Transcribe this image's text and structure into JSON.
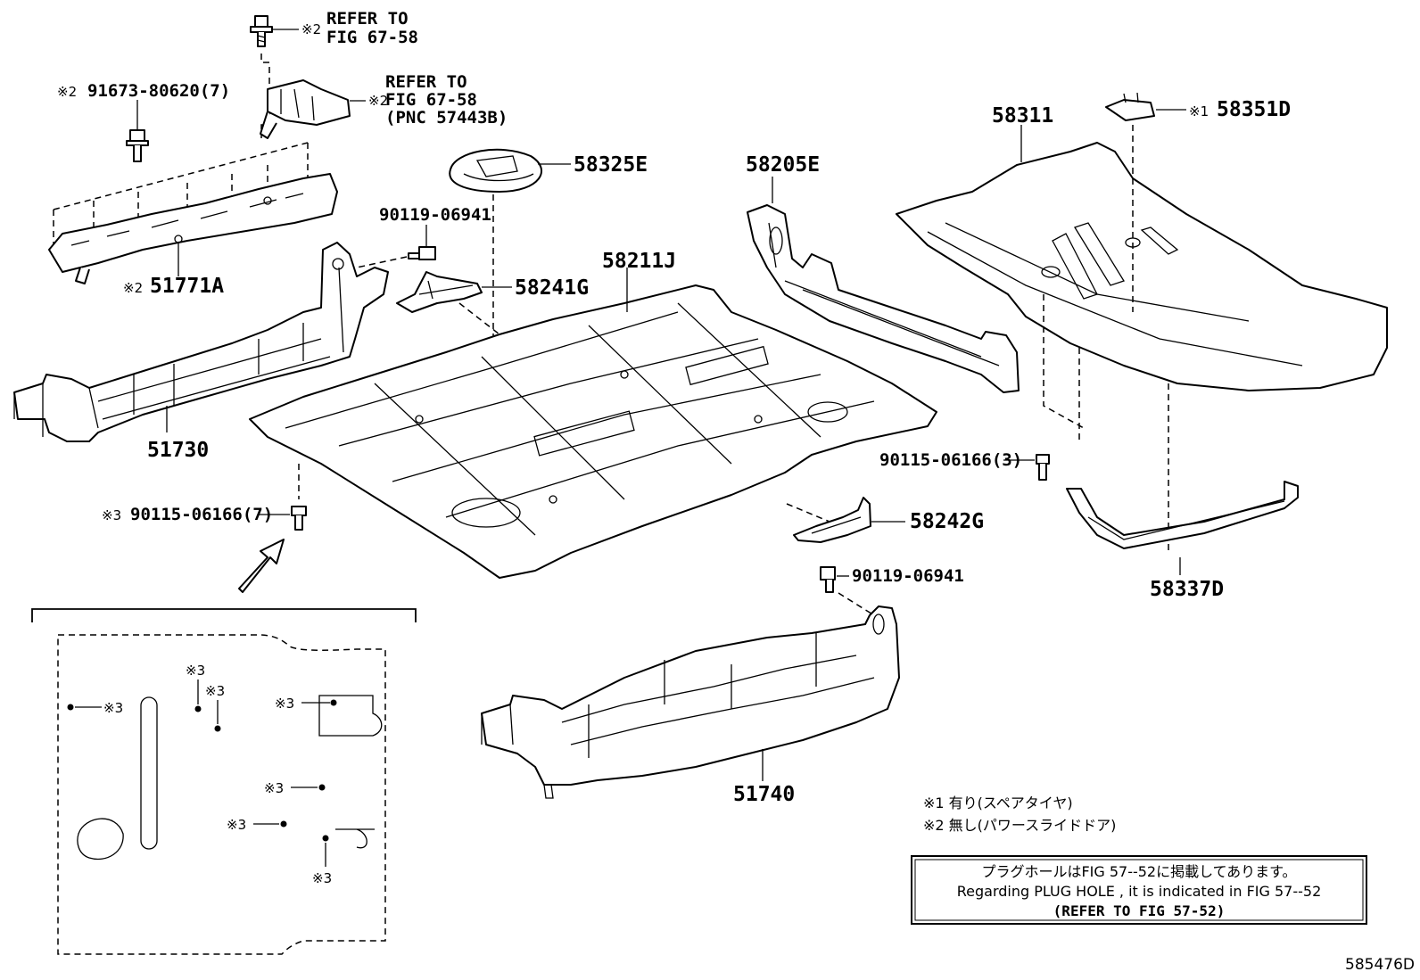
{
  "diagram": {
    "labels": {
      "refer_top_1": "REFER TO",
      "refer_top_2": "FIG 67-58",
      "refer_mid_1": "REFER TO",
      "refer_mid_2": "FIG 67-58",
      "refer_mid_3": "(PNC 57443B)",
      "bolt_91673": "91673-80620(7)",
      "p51771A": "51771A",
      "p51730": "51730",
      "p90119_a": "90119-06941",
      "p58241G": "58241G",
      "p58325E": "58325E",
      "p58211J": "58211J",
      "p58205E": "58205E",
      "p58311": "58311",
      "p58351D": "58351D",
      "p90115_3": "90115-06166(3)",
      "p58337D": "58337D",
      "p90115_7": "90115-06166(7)",
      "p58242G": "58242G",
      "p90119_b": "90119-06941",
      "p51740": "51740"
    },
    "marks": {
      "m1": "※1",
      "m2": "※2",
      "m3": "※3"
    },
    "legend": {
      "line1": "※1 有り(スペアタイヤ)",
      "line2": "※2 無し(パワースライドドア)"
    },
    "notice": {
      "line1": "プラグホールはFIG 57--52に掲載してあります。",
      "line2": "Regarding  PLUG  HOLE , it is indicated in FIG  57--52",
      "line3": "(REFER  TO  FIG  57-52)"
    },
    "drawing_no": "585476D"
  }
}
